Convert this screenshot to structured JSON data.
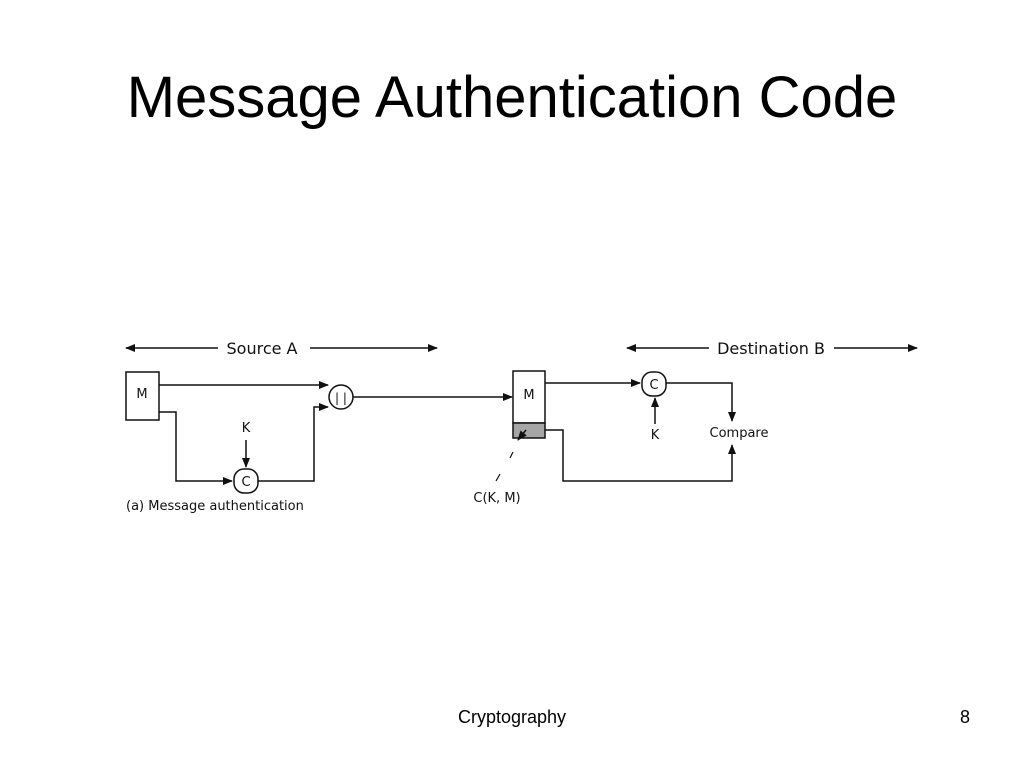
{
  "slide": {
    "title": "Message Authentication Code",
    "footer": "Cryptography",
    "page_number": "8"
  },
  "diagram": {
    "source_label": "Source A",
    "destination_label": "Destination B",
    "source_message": "M",
    "source_key": "K",
    "source_mac_function": "C",
    "concatenation": "| |",
    "received_message": "M",
    "mac_value_label": "C(K, M)",
    "destination_mac_function": "C",
    "destination_key": "K",
    "compare_label": "Compare",
    "caption": "(a) Message authentication"
  },
  "colors": {
    "line": "#111111",
    "mac_tag_fill": "#a6a6a6"
  }
}
